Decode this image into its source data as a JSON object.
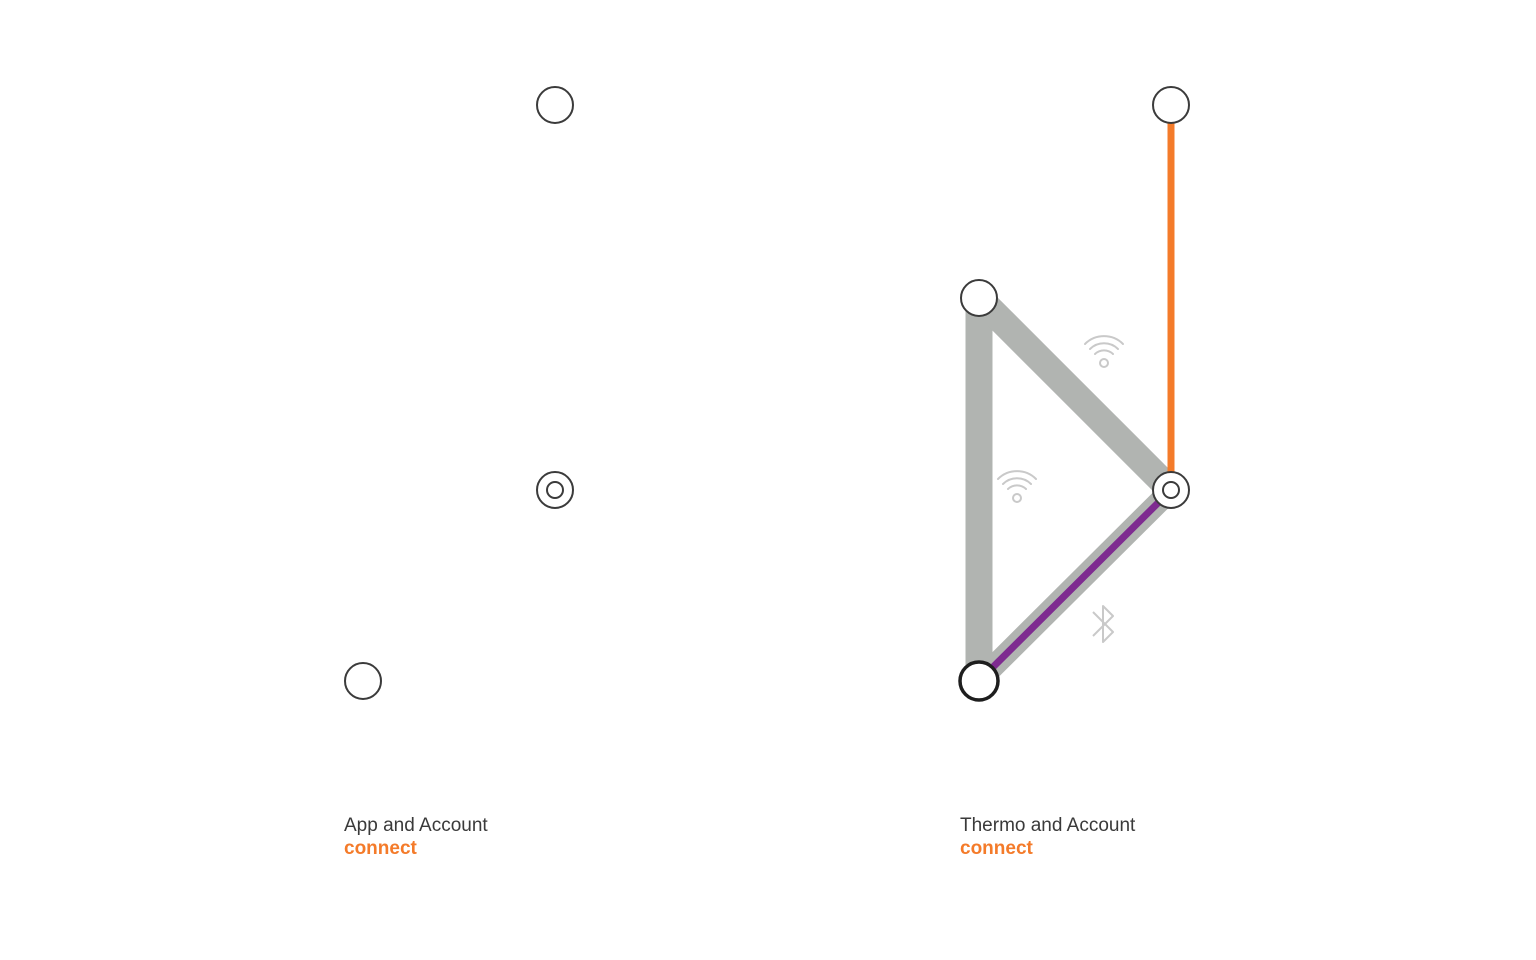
{
  "colors": {
    "accent": "#f47b2a",
    "secondary": "#7e2b90",
    "link": "#b1b4b1",
    "node_stroke": "#3b3b3b",
    "icon": "#c9c9c9",
    "text": "#3a3a3a"
  },
  "panels": [
    {
      "title": "App and Account",
      "action": "connect",
      "nodes": [
        "top-node",
        "center-ring-node",
        "bottom-node"
      ]
    },
    {
      "title": "Thermo and Account",
      "action": "connect",
      "nodes": [
        "top-node",
        "left-node",
        "center-ring-node",
        "bottom-node"
      ],
      "links": [
        {
          "from": "left-node",
          "to": "bottom-node",
          "style": "gray",
          "icon": "wifi-icon"
        },
        {
          "from": "left-node",
          "to": "center-ring-node",
          "style": "gray",
          "icon": "wifi-icon"
        },
        {
          "from": "bottom-node",
          "to": "center-ring-node",
          "style": "gray",
          "icon": "bluetooth-icon"
        },
        {
          "from": "bottom-node",
          "to": "center-ring-node",
          "style": "purple"
        },
        {
          "from": "top-node",
          "to": "center-ring-node",
          "style": "orange"
        }
      ]
    }
  ]
}
